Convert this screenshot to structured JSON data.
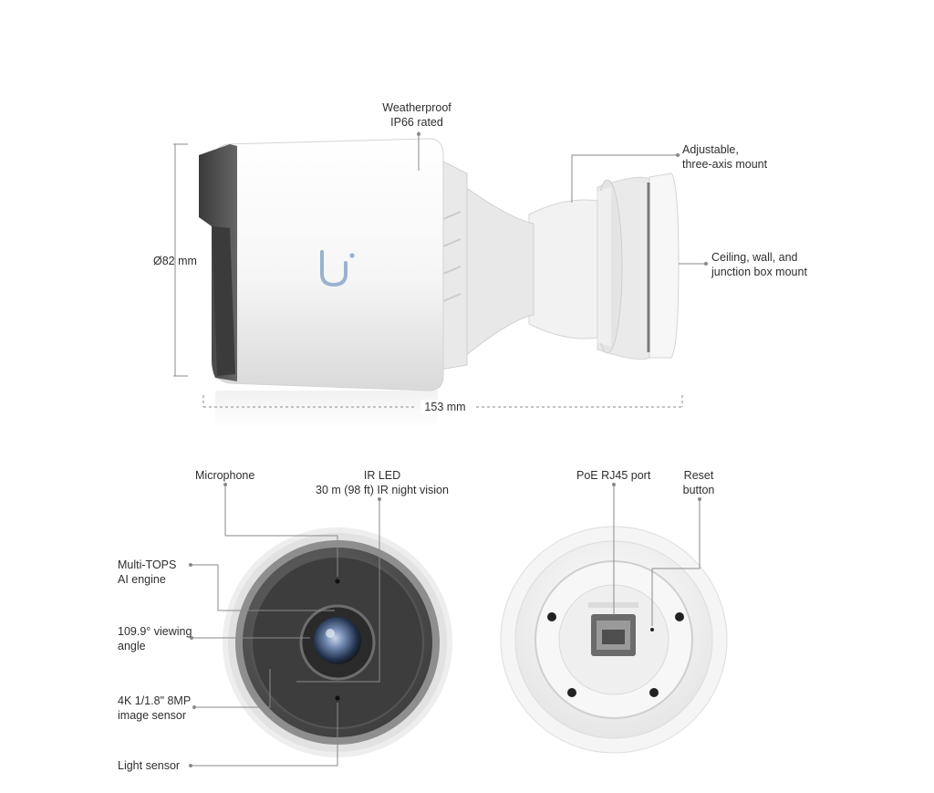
{
  "side_view": {
    "dimension_height": "Ø82 mm",
    "dimension_length": "153 mm",
    "weatherproof": [
      "Weatherproof",
      "IP66 rated"
    ],
    "adjustable_mount": [
      "Adjustable,",
      "three-axis mount"
    ],
    "ceiling_mount": [
      "Ceiling, wall, and",
      "junction box mount"
    ],
    "logo_text": "U"
  },
  "front_view": {
    "microphone": [
      "Microphone"
    ],
    "ir_led": [
      "IR LED",
      "30 m (98 ft) IR night vision"
    ],
    "ai_engine": [
      "Multi-TOPS",
      "AI engine"
    ],
    "viewing_angle": [
      "109.9° viewing",
      "angle"
    ],
    "image_sensor": [
      "4K 1/1.8\" 8MP",
      "image sensor"
    ],
    "light_sensor": [
      "Light sensor"
    ]
  },
  "back_view": {
    "poe_port": [
      "PoE RJ45 port"
    ],
    "reset_button": [
      "Reset",
      "button"
    ]
  },
  "colors": {
    "camera_body": "#f4f4f4",
    "lens_housing": "#4d4d4d",
    "leader_line": "#8a8a8a",
    "text": "#2e2e2e"
  }
}
